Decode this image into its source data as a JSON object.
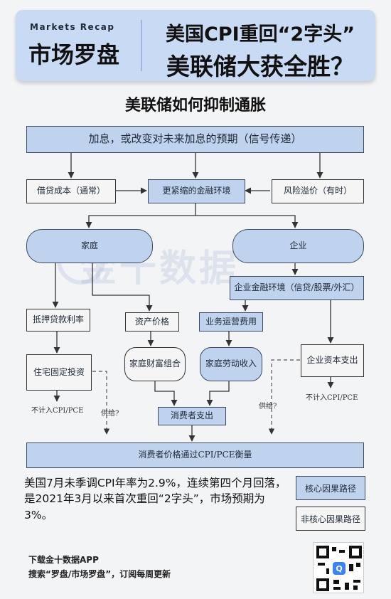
{
  "header": {
    "brand_sub": "Markets Recap",
    "brand_main": "市场罗盘",
    "title_line1": "美国CPI重回“2字头”",
    "title_line2": "美联储大获全胜？"
  },
  "subtitle": "美联储如何抑制通胀",
  "watermark": "金十数据",
  "nodes": {
    "top": "加息，或改变对未来加息的预期（信号传递）",
    "borrowing_cost": "借贷成本（通常）",
    "tighter_conditions": "更紧缩的金融环境",
    "risk_premium": "风险溢价（有时）",
    "households": "家庭",
    "business": "企业",
    "business_financial_env": "企业金融环境（信贷/股票/外汇）",
    "mortgage_rates": "抵押贷款利率",
    "asset_prices": "资产价格",
    "operating_costs": "业务运营费用",
    "residential_investment": "住宅固定投资",
    "household_wealth": "家庭财富组合",
    "household_labor_income": "家庭劳动收入",
    "business_capex": "企业资本支出",
    "consumer_spending": "消费者支出",
    "cpi_measure": "消费者价格通过CPI/PCE衡量"
  },
  "notes": {
    "not_in_cpi_left": "不计入CPI/PCE",
    "not_in_cpi_right": "不计入CPI/PCE",
    "supply_left": "供给?",
    "supply_right": "供给?"
  },
  "summary": "美国7月未季调CPI年率为2.9%，连续第四个月回落，是2021年3月以来首次重回“2字头”，市场预期为3%。",
  "legend": {
    "core": "核心因果路径",
    "non_core": "非核心因果路径"
  },
  "footer": {
    "line1": "下载金十数据APP",
    "line2": "搜索“罗盘/市场罗盘”，订阅每周更新"
  },
  "colors": {
    "header_bg": "#c9dbf4",
    "core_node": "#bfd3ee",
    "noncore_node": "#f5f5f5",
    "qr_badge": "#3b82f6"
  }
}
